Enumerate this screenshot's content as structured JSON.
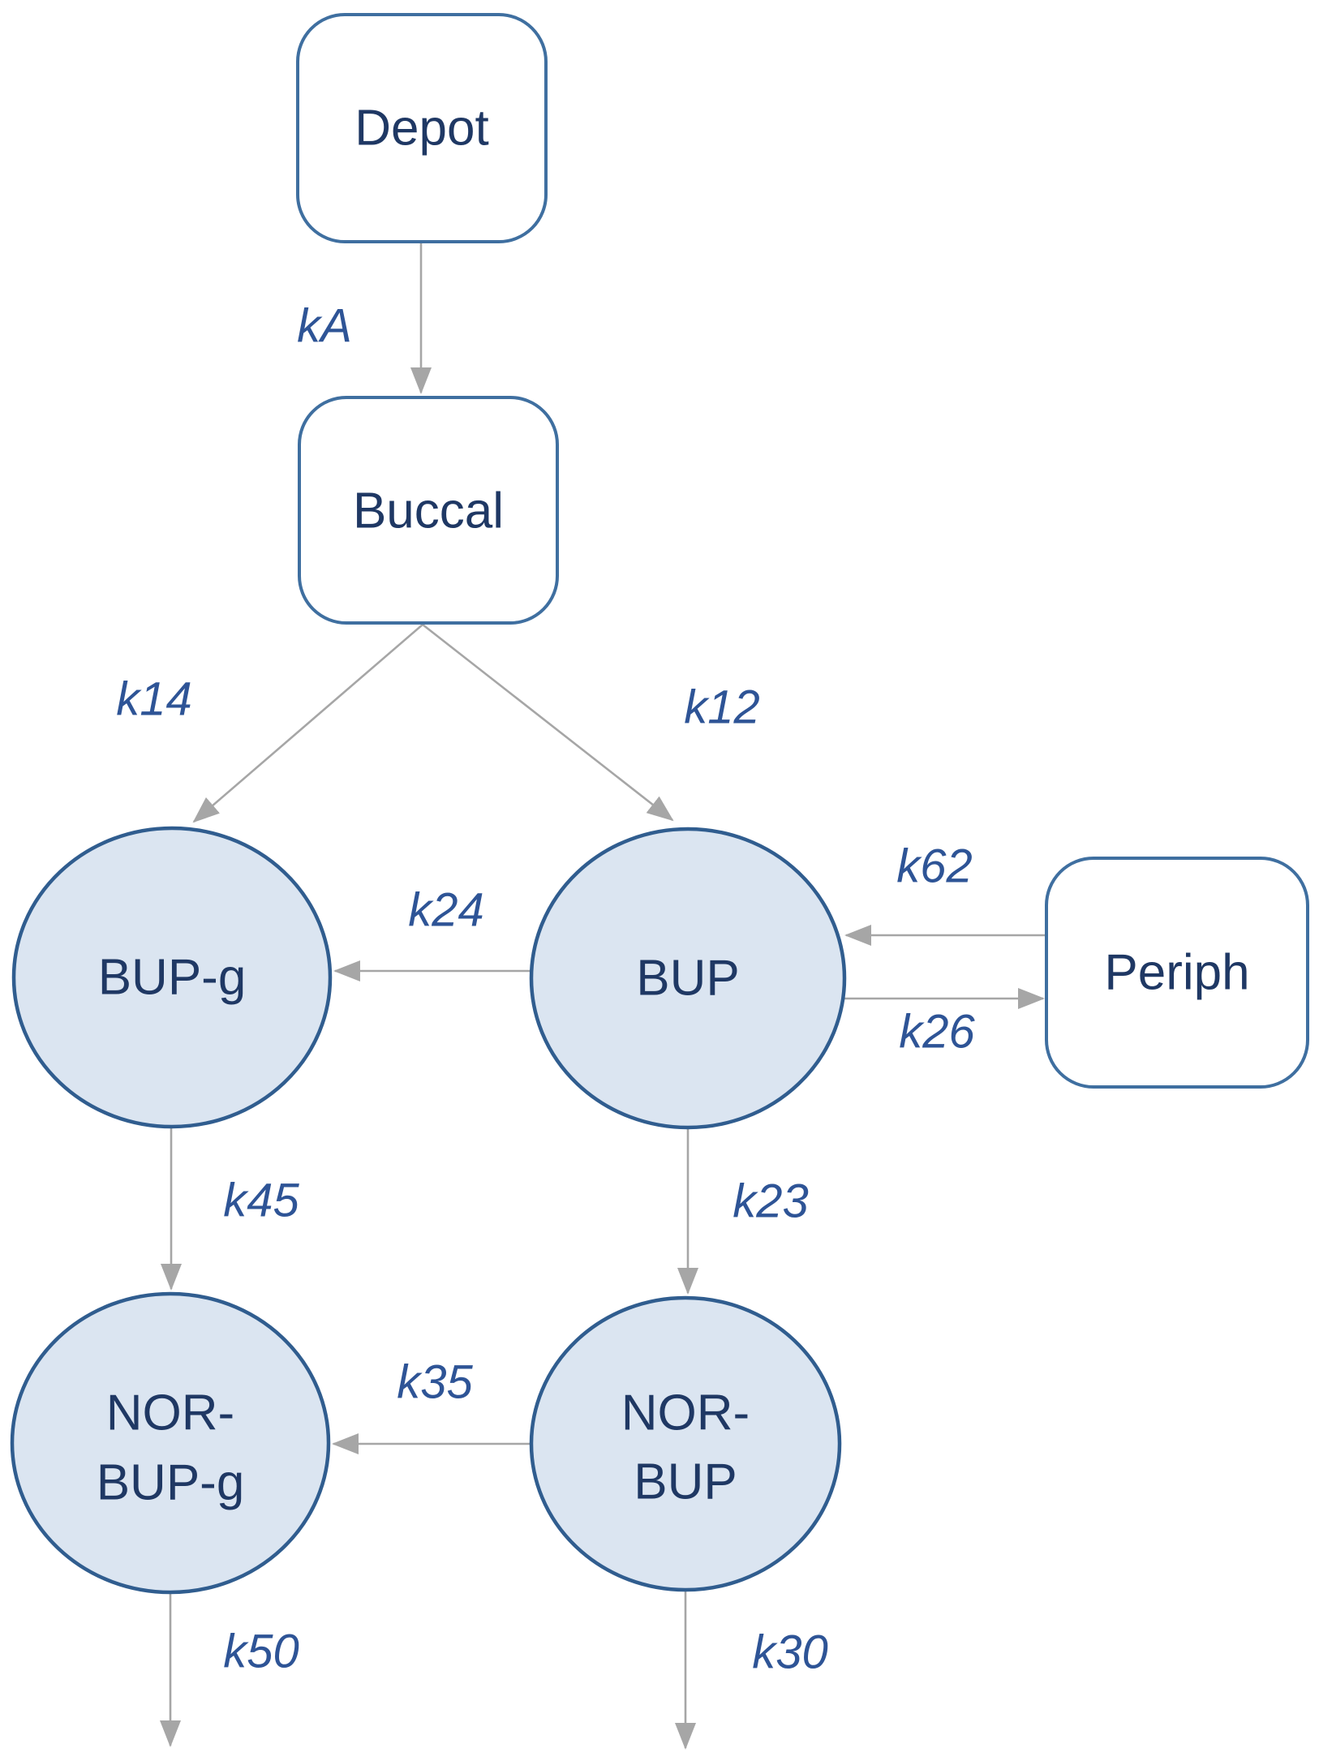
{
  "diagram": {
    "nodes": {
      "depot": {
        "label": "Depot"
      },
      "buccal": {
        "label": "Buccal"
      },
      "bup_g": {
        "label": "BUP-g"
      },
      "bup": {
        "label": "BUP"
      },
      "periph": {
        "label": "Periph"
      },
      "nor_bup_g": {
        "label_line1": "NOR-",
        "label_line2": "BUP-g"
      },
      "nor_bup": {
        "label_line1": "NOR-",
        "label_line2": "BUP"
      }
    },
    "rate_labels": {
      "ka": "kA",
      "k14": "k14",
      "k12": "k12",
      "k24": "k24",
      "k62": "k62",
      "k26": "k26",
      "k45": "k45",
      "k23": "k23",
      "k35": "k35",
      "k50": "k50",
      "k30": "k30"
    },
    "edges": [
      {
        "from": "Depot",
        "to": "Buccal",
        "label": "kA"
      },
      {
        "from": "Buccal",
        "to": "BUP-g",
        "label": "k14"
      },
      {
        "from": "Buccal",
        "to": "BUP",
        "label": "k12"
      },
      {
        "from": "BUP",
        "to": "BUP-g",
        "label": "k24"
      },
      {
        "from": "Periph",
        "to": "BUP",
        "label": "k62"
      },
      {
        "from": "BUP",
        "to": "Periph",
        "label": "k26"
      },
      {
        "from": "BUP-g",
        "to": "NOR-BUP-g",
        "label": "k45"
      },
      {
        "from": "BUP",
        "to": "NOR-BUP",
        "label": "k23"
      },
      {
        "from": "NOR-BUP",
        "to": "NOR-BUP-g",
        "label": "k35"
      },
      {
        "from": "NOR-BUP-g",
        "to": "elimination",
        "label": "k50"
      },
      {
        "from": "NOR-BUP",
        "to": "elimination",
        "label": "k30"
      }
    ],
    "colors": {
      "box_border": "#3f6fa0",
      "circle_border": "#305d8f",
      "circle_fill": "#dbe5f1",
      "node_text": "#1f3864",
      "rate_text": "#2e5496",
      "arrow": "#a6a6a6",
      "background": "#ffffff"
    }
  }
}
